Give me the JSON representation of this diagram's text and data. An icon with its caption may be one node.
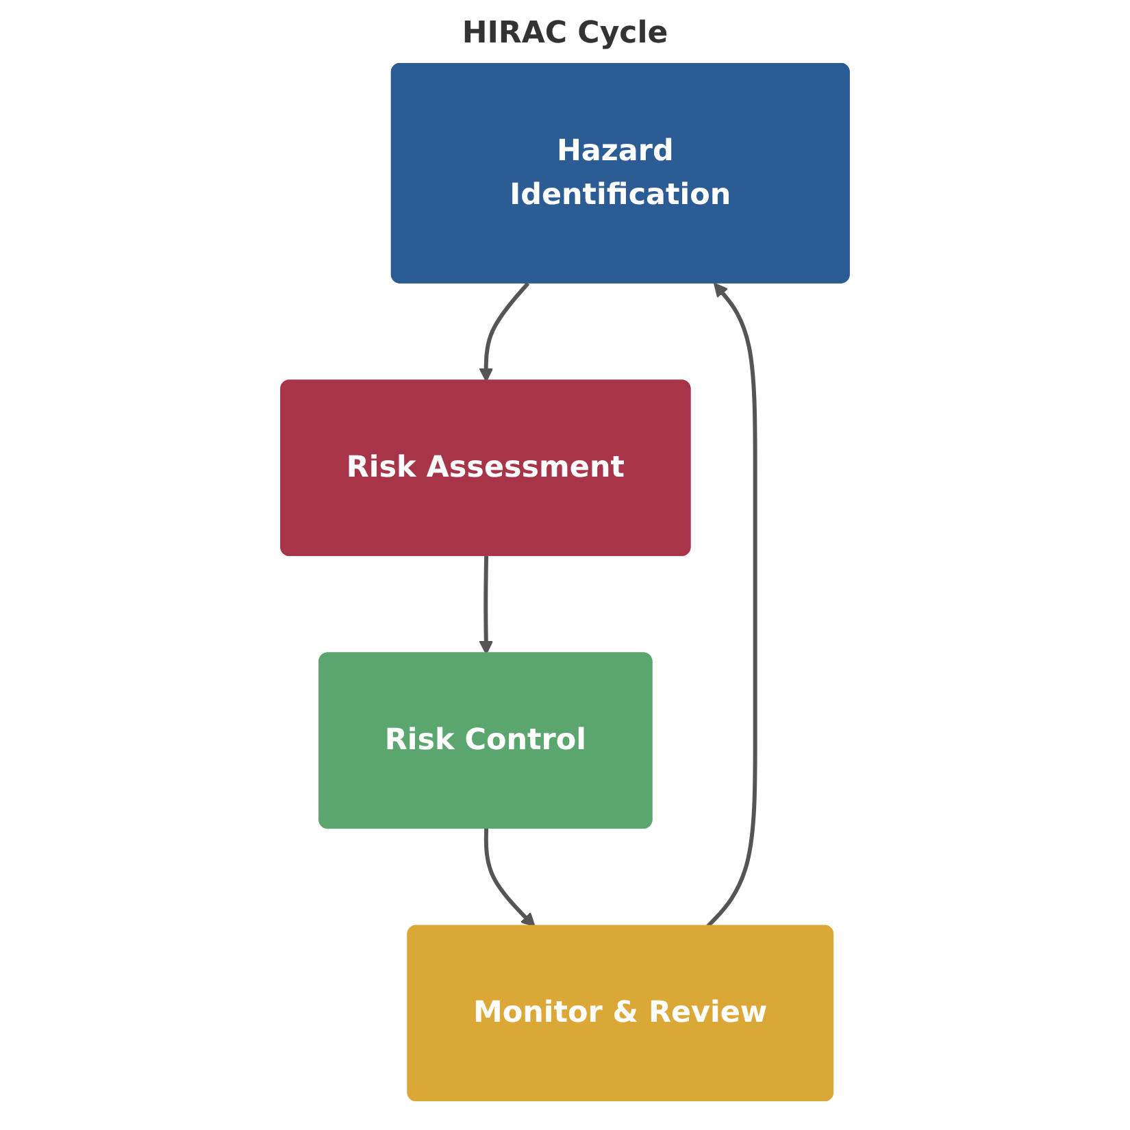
{
  "diagram": {
    "nodes": [
      {
        "text": [
          "Hazard Identification"
        ]
      },
      {
        "text": [
          "Risk Assessment"
        ]
      },
      {
        "text": [
          "Risk Control"
        ]
      },
      {
        "text": [
          "Monitor & Review"
        ]
      }
    ],
    "edges": [
      {
        "from": 0,
        "to": 1,
        "arrow": "to"
      },
      {
        "from": 1,
        "to": 2,
        "arrow": "to"
      },
      {
        "from": 2,
        "to": 3,
        "arrow": "to"
      },
      {
        "from": 3,
        "to": 0,
        "arrow": "to"
      }
    ],
    "labels": [
      "HIRAC Cycle"
    ]
  }
}
